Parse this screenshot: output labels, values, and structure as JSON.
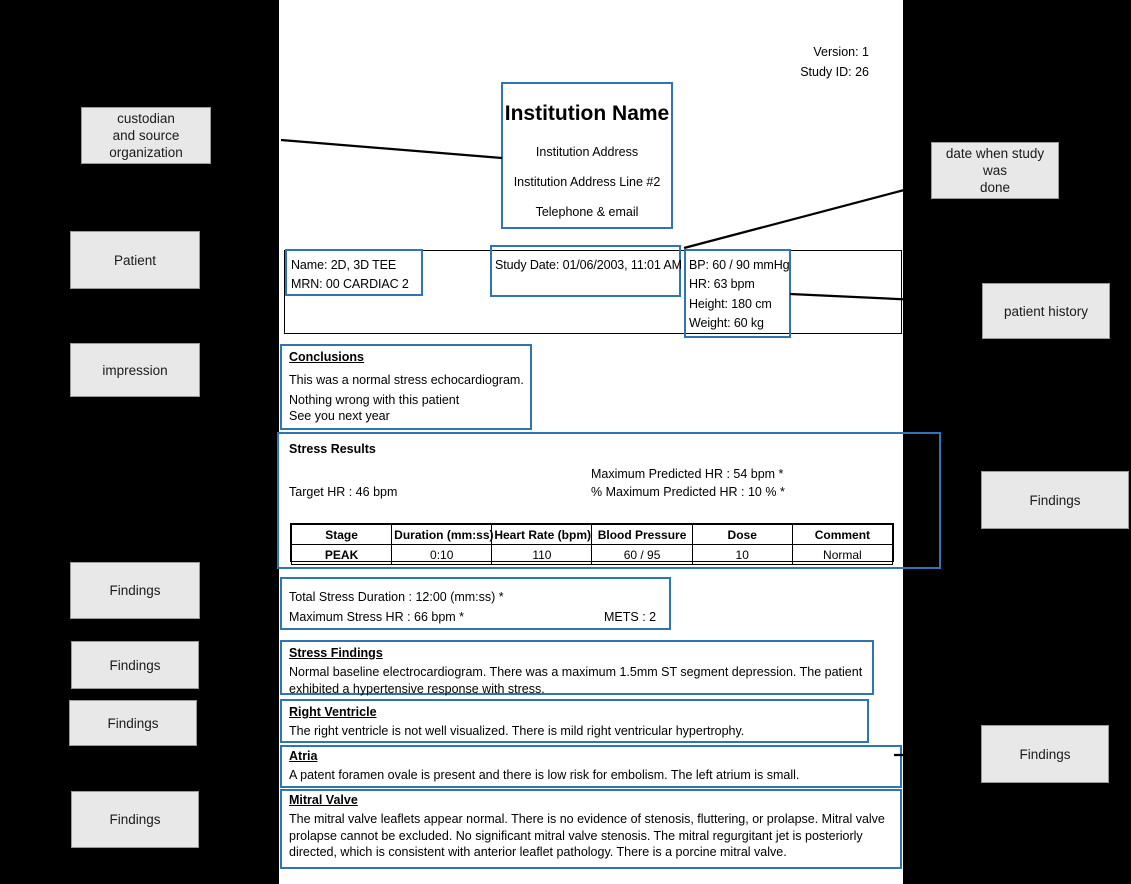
{
  "meta": {
    "version_label": "Version:  1",
    "study_id_label": "Study ID:  26"
  },
  "institution": {
    "name": "Institution Name",
    "address1": "Institution Address",
    "address2": "Institution Address Line #2",
    "contact": "Telephone & email"
  },
  "patient": {
    "name": "Name:  2D, 3D TEE",
    "mrn": "MRN:  00 CARDIAC 2"
  },
  "study": {
    "date": "Study Date:  01/06/2003, 11:01 AM"
  },
  "vitals": {
    "bp": "BP:  60 / 90 mmHg",
    "hr": "HR:  63 bpm",
    "height": "Height:  180 cm",
    "weight": "Weight:  60 kg"
  },
  "conclusions": {
    "heading": "Conclusions",
    "line1": "This was a normal stress echocardiogram.",
    "line2": "Nothing wrong with this patient",
    "line3": "See you next year"
  },
  "stress_results": {
    "heading": "Stress Results",
    "target_hr": "Target HR :  46 bpm",
    "max_predicted_hr": "Maximum Predicted HR :  54 bpm *",
    "pct_max_predicted_hr": "% Maximum Predicted HR :  10 % *",
    "table": {
      "columns": [
        "Stage",
        "Duration (mm:ss)",
        "Heart Rate (bpm)",
        "Blood Pressure",
        "Dose",
        "Comment"
      ],
      "rows": [
        [
          "PEAK",
          "0:10",
          "110",
          "60 / 95",
          "10",
          "Normal"
        ]
      ]
    }
  },
  "stress_summary": {
    "total_duration": "Total Stress Duration :  12:00 (mm:ss) *",
    "max_stress_hr": "Maximum Stress HR :  66 bpm *",
    "mets": "METS :  2"
  },
  "sections": [
    {
      "heading": "Stress Findings",
      "body": "Normal baseline electrocardiogram. There was a maximum 1.5mm ST segment depression. The patient exhibited a hypertensive response with stress."
    },
    {
      "heading": "Right Ventricle",
      "body": "The right ventricle is not well visualized. There is mild right ventricular hypertrophy."
    },
    {
      "heading": "Atria",
      "body": "A patent foramen ovale is present and there is low risk for embolism. The left atrium is small."
    },
    {
      "heading": "Mitral Valve",
      "body": "The mitral valve leaflets appear normal. There is no evidence of stenosis, fluttering, or prolapse. Mitral valve prolapse cannot be excluded. No significant mitral valve stenosis. The mitral regurgitant jet is posteriorly directed, which is consistent with anterior leaflet pathology. There is a porcine mitral valve."
    }
  ],
  "annotations": {
    "left": [
      {
        "id": "custodian",
        "text": "custodian\nand  source\norganization"
      },
      {
        "id": "patient",
        "text": "Patient"
      },
      {
        "id": "impression",
        "text": "impression"
      },
      {
        "id": "findings-1",
        "text": "Findings"
      },
      {
        "id": "findings-2",
        "text": "Findings"
      },
      {
        "id": "findings-3",
        "text": "Findings"
      },
      {
        "id": "findings-4",
        "text": "Findings"
      }
    ],
    "right": [
      {
        "id": "study-date",
        "text": "date when study was\ndone"
      },
      {
        "id": "patient-history",
        "text": "patient history"
      },
      {
        "id": "findings-right-1",
        "text": "Findings"
      },
      {
        "id": "findings-right-2",
        "text": "Findings"
      }
    ]
  },
  "colors": {
    "highlight": "#2e75b6",
    "callout_bg": "#e8e8e8",
    "callout_border": "#9a9a9a",
    "page_bg": "#ffffff",
    "backdrop": "#000000"
  }
}
